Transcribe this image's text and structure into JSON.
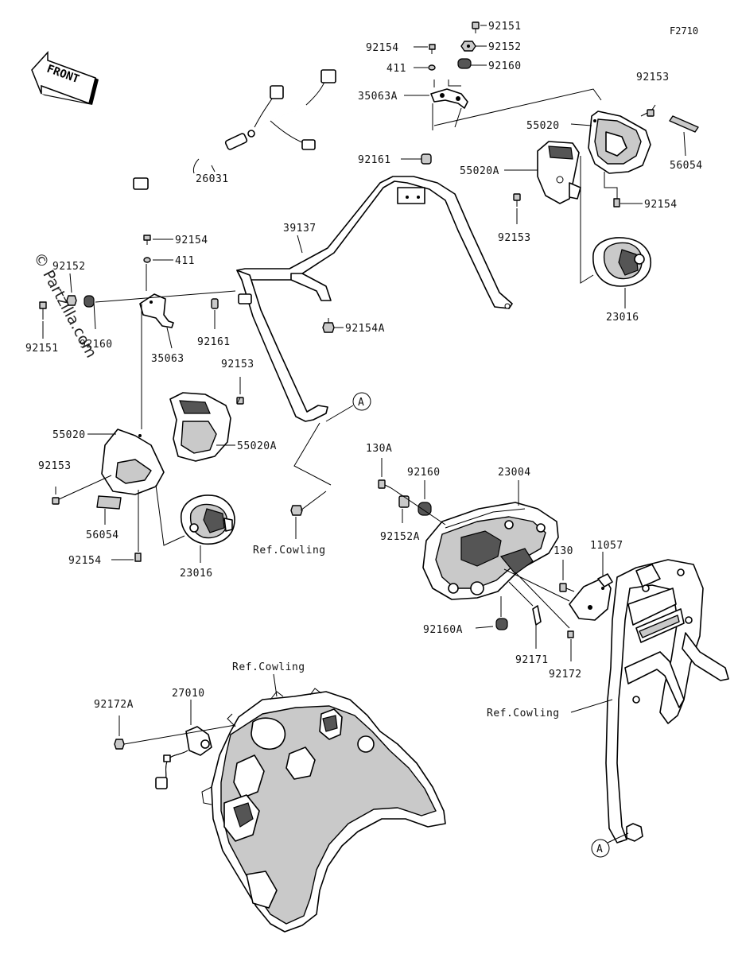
{
  "diagram_code": "F2710",
  "watermark": "© Partzilla.com",
  "front_label": "FRONT",
  "labels": {
    "p92151_top": "92151",
    "p92154_top": "92154",
    "p92152_top": "92152",
    "p411_top": "411",
    "p92160_top": "92160",
    "p35063A": "35063A",
    "p92153_tr": "92153",
    "p55020_tr": "55020",
    "p92161_c": "92161",
    "p55020A_tr": "55020A",
    "p56054_r": "56054",
    "p92154_r": "92154",
    "p92153_r2": "92153",
    "p23016_r": "23016",
    "p26031": "26031",
    "p39137": "39137",
    "p92154_ml": "92154",
    "p92152_ml": "92152",
    "p411_ml": "411",
    "p92151_l": "92151",
    "p92160_l": "92160",
    "p35063": "35063",
    "p92161_l": "92161",
    "p92154A": "92154A",
    "p92153_m": "92153",
    "p55020_l": "55020",
    "p55020A_m": "55020A",
    "p92153_l": "92153",
    "p56054_l": "56054",
    "p92154_l": "92154",
    "p23016_l": "23016",
    "refA_top": "A",
    "ref_cowling_1": "Ref.Cowling",
    "p130A": "130A",
    "p92160_m": "92160",
    "p23004": "23004",
    "p92152A": "92152A",
    "p130": "130",
    "p11057": "11057",
    "p92160A": "92160A",
    "p92171": "92171",
    "p92172": "92172",
    "ref_cowling_2": "Ref.Cowling",
    "p92172A": "92172A",
    "p27010": "27010",
    "ref_cowling_3": "Ref.Cowling",
    "refA_bottom": "A"
  }
}
